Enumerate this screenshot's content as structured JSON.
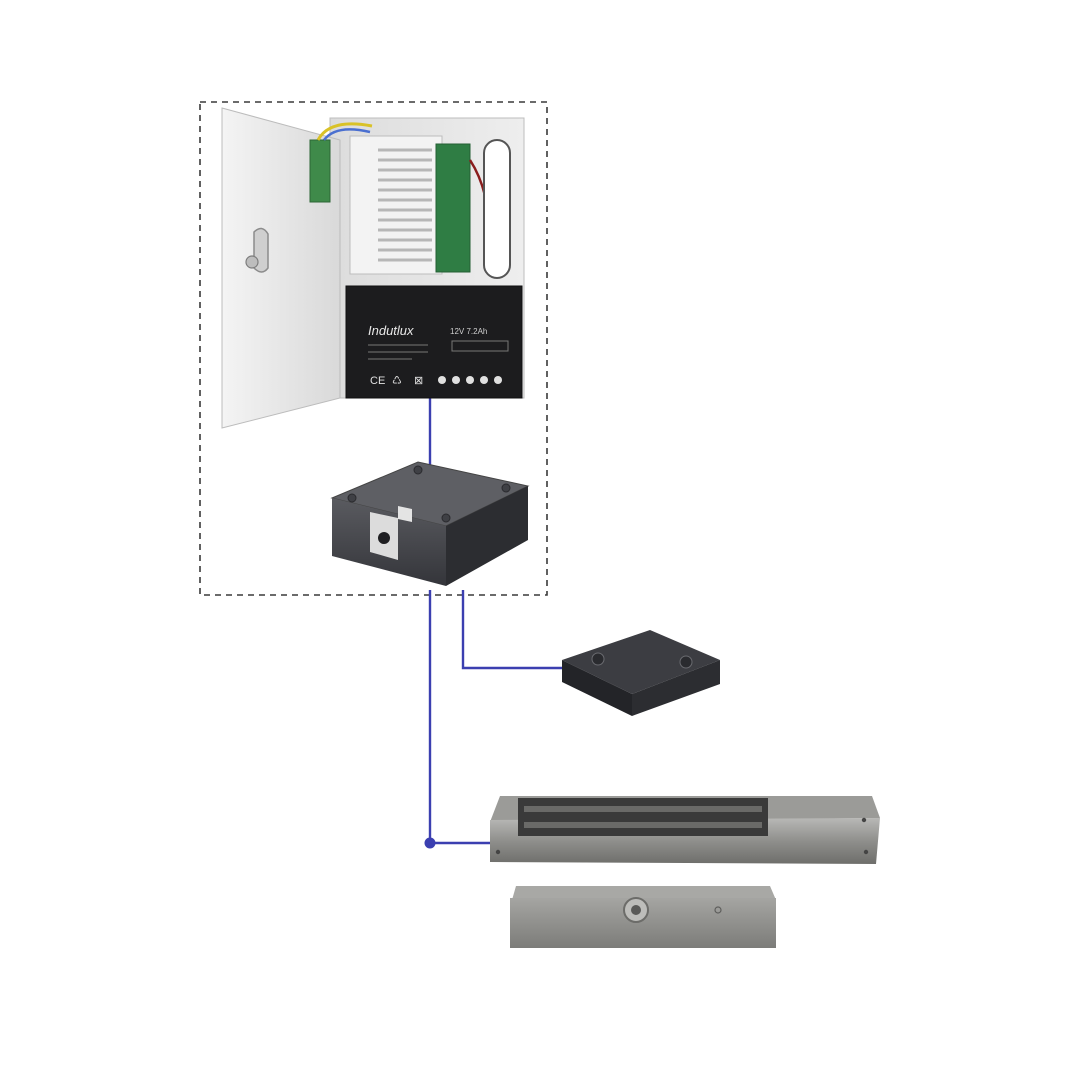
{
  "diagram": {
    "wire_color": "#3b3fb0",
    "enclosure_outline": "dashed",
    "components": {
      "power_supply": {
        "label": "power-supply-enclosure"
      },
      "battery": {
        "brand": "Indutlux",
        "spec": "12V 7.2Ah",
        "marks": [
          "CE",
          "♺",
          "⊠"
        ]
      },
      "controller": {
        "label": "lock-controller"
      },
      "reader": {
        "label": "card-reader-pad"
      },
      "maglock": {
        "label": "electromagnetic-lock"
      },
      "armature": {
        "label": "armature-plate"
      }
    }
  }
}
